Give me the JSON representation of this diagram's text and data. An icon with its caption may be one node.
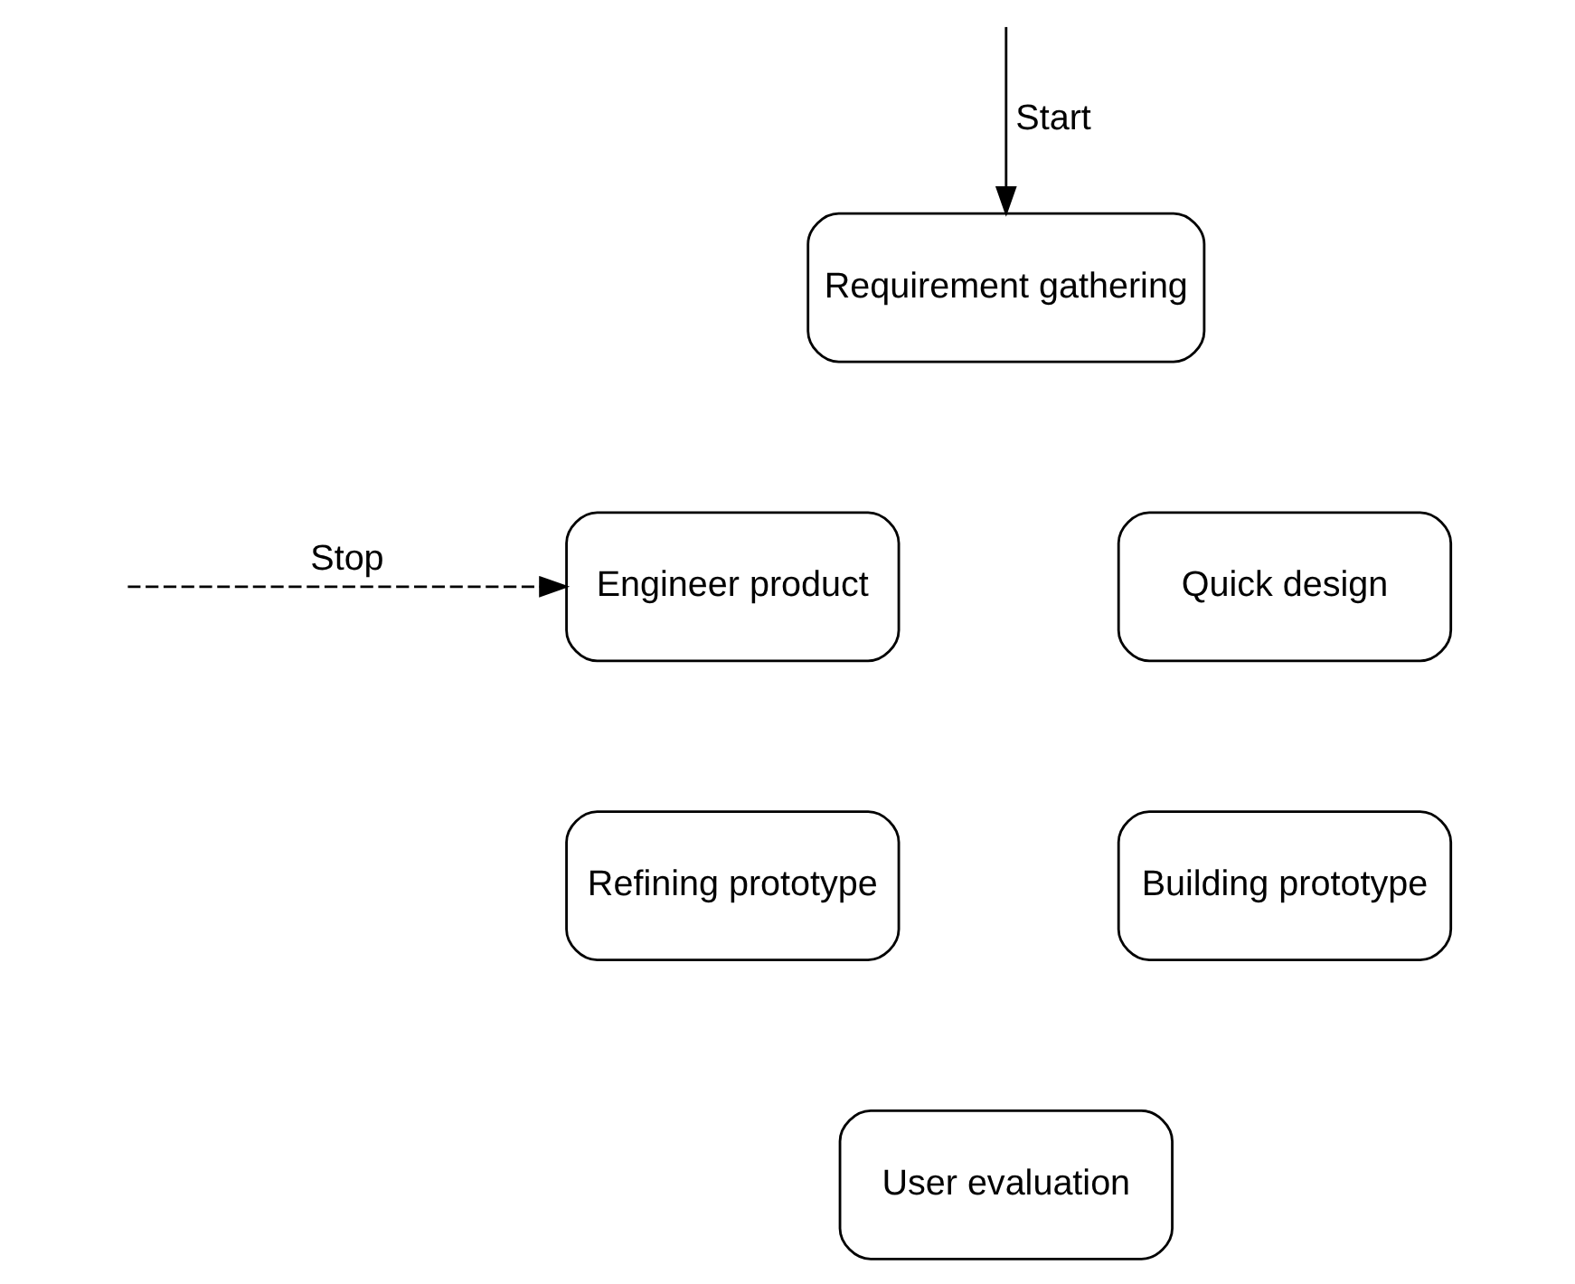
{
  "diagram": {
    "nodes": [
      {
        "text": [
          "Requirement gathering"
        ]
      },
      {
        "text": [
          "Engineer product"
        ]
      },
      {
        "text": [
          "Quick design"
        ]
      },
      {
        "text": [
          "Refining prototype"
        ]
      },
      {
        "text": [
          "Building prototype"
        ]
      },
      {
        "text": [
          "User evaluation"
        ]
      }
    ],
    "edges": [
      {
        "from": null,
        "to": 0,
        "arrow": "to",
        "label": "Start"
      },
      {
        "from": null,
        "to": 1,
        "arrow": "to",
        "label": "Stop",
        "style": "dashed"
      }
    ]
  }
}
